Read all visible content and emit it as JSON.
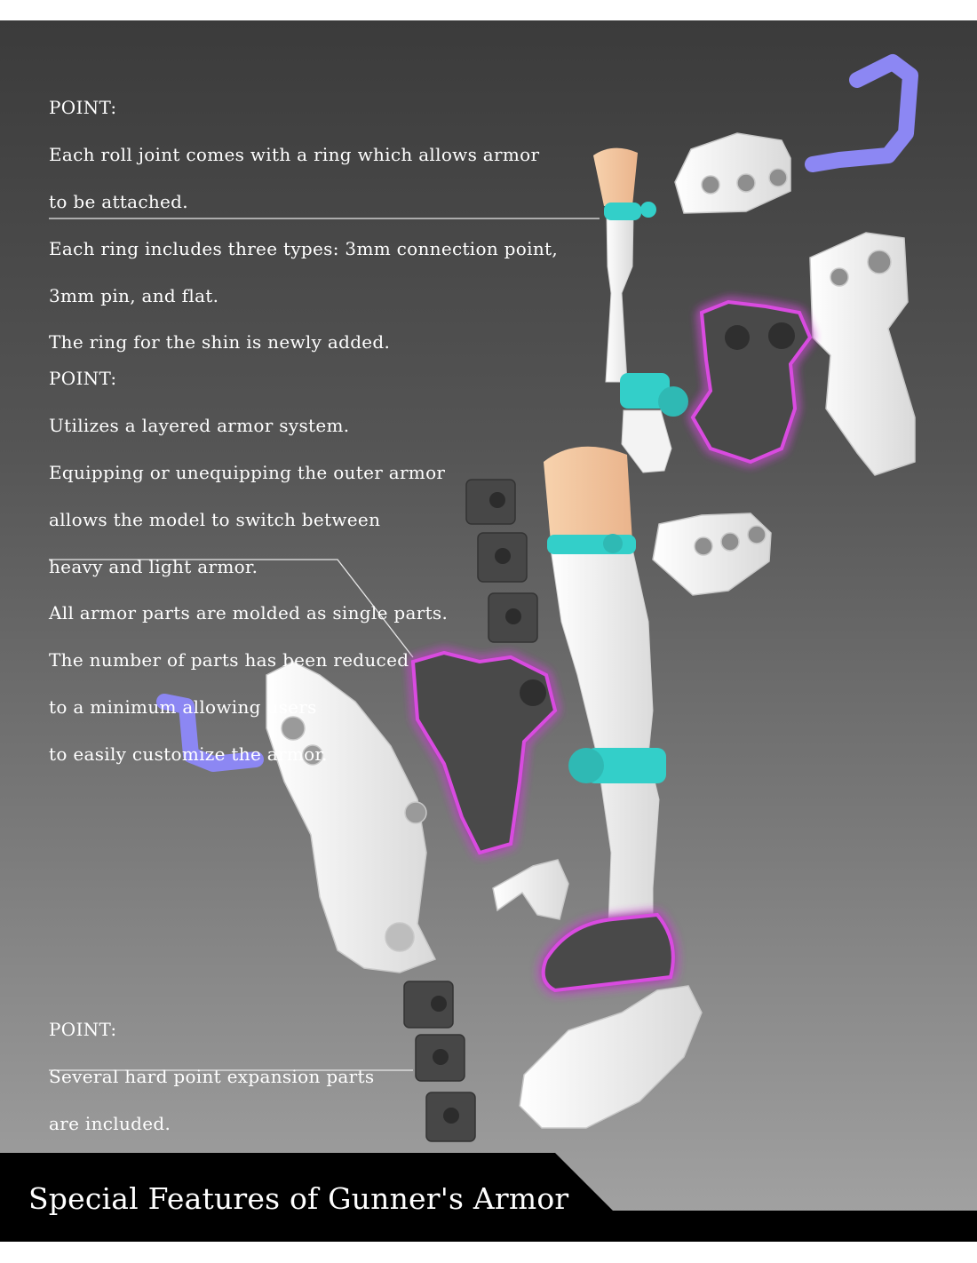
{
  "points": [
    {
      "heading": "POINT:",
      "lines": [
        "Each roll joint comes with a ring which allows armor",
        "to be attached.",
        "Each ring includes three types: 3mm connection point,",
        "3mm pin, and flat.",
        "The ring for the shin is newly added."
      ]
    },
    {
      "heading": "POINT:",
      "lines": [
        "Utilizes a layered armor system.",
        "Equipping or unequipping the outer armor",
        "allows the model to switch between",
        "heavy and light armor.",
        "All armor parts are molded as single parts.",
        "The number of parts has been reduced",
        "to a minimum allowing users",
        "to easily customize the armor."
      ]
    },
    {
      "heading": "POINT:",
      "lines": [
        "Several hard point expansion parts",
        "are included."
      ]
    }
  ],
  "footer": {
    "title": "Special Features of Gunner's Armor"
  },
  "colors": {
    "ring": "#33cfc9",
    "purple_part": "#8c87f3",
    "dark_part": "#4a4a4a",
    "highlight_glow": "#d94be0",
    "skin": "#f6c9a3",
    "white_part": "#f4f4f4"
  }
}
